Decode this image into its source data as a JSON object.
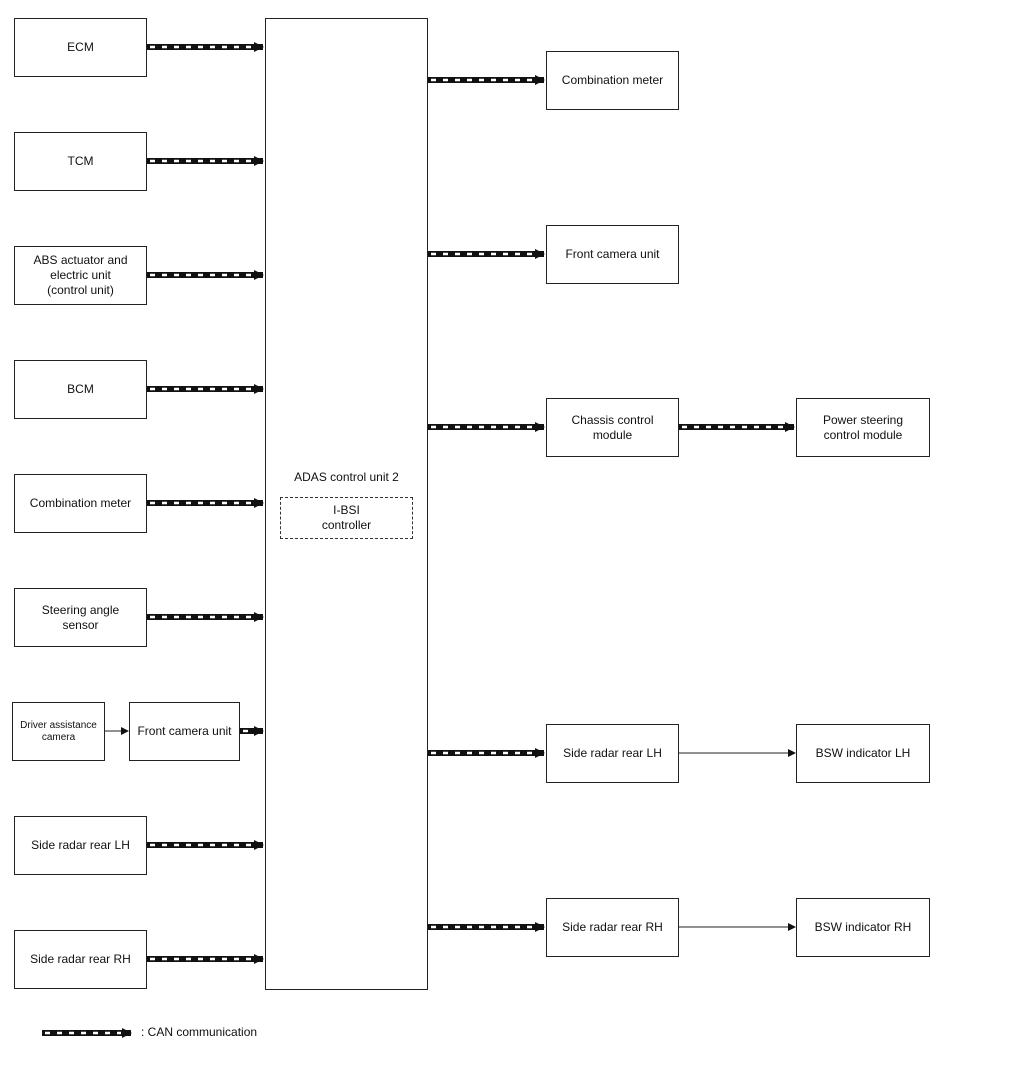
{
  "center": {
    "title": "ADAS control unit 2",
    "sub_label": "I-BSI\ncontroller"
  },
  "inputs": [
    {
      "label": "ECM"
    },
    {
      "label": "TCM"
    },
    {
      "label": "ABS actuator and\nelectric unit\n(control unit)"
    },
    {
      "label": "BCM"
    },
    {
      "label": "Combination meter"
    },
    {
      "label": "Steering angle\nsensor"
    },
    {
      "label": "Front camera unit"
    },
    {
      "label": "Side radar rear LH"
    },
    {
      "label": "Side radar rear RH"
    }
  ],
  "driver_camera": {
    "label": "Driver assistance\ncamera"
  },
  "outputs": [
    {
      "label": "Combination meter"
    },
    {
      "label": "Front camera unit"
    },
    {
      "label": "Chassis control\nmodule"
    },
    {
      "label": "Side radar rear LH"
    },
    {
      "label": "Side radar rear RH"
    }
  ],
  "far_outputs": [
    {
      "label": "Power steering\ncontrol module"
    },
    {
      "label": "BSW indicator LH"
    },
    {
      "label": "BSW indicator RH"
    }
  ],
  "legend": {
    "text": ": CAN communication"
  },
  "colors": {
    "line": "#222222",
    "can_dash": "#ffffff",
    "background": "#ffffff"
  }
}
